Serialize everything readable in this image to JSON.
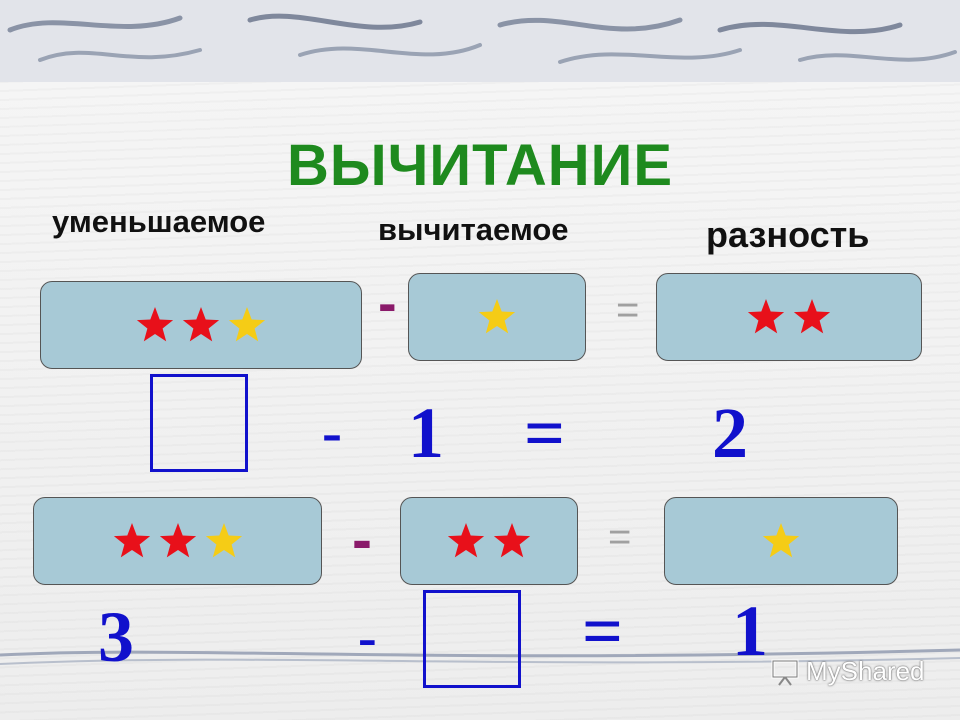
{
  "title": "ВЫЧИТАНИЕ",
  "headers": {
    "minuend": "уменьшаемое",
    "subtrahend": "вычитаемое",
    "difference": "разность"
  },
  "row1": {
    "minus": "-",
    "equals": "=",
    "minuend_stars": [
      "red",
      "red",
      "yellow"
    ],
    "subtrahend_stars": [
      "yellow"
    ],
    "difference_stars": [
      "red",
      "red"
    ]
  },
  "eq1": {
    "minus": "-",
    "subtrahend": "1",
    "equals": "=",
    "difference": "2"
  },
  "row2": {
    "minus": "-",
    "equals": "=",
    "minuend_stars": [
      "red",
      "red",
      "yellow"
    ],
    "subtrahend_stars": [
      "red",
      "red"
    ],
    "difference_stars": [
      "yellow"
    ]
  },
  "eq2": {
    "minuend": "3",
    "minus": "-",
    "equals": "=",
    "difference": "1"
  },
  "watermark": "MyShared",
  "colors": {
    "title": "#1e8a1e",
    "card_fill": "#a7c9d6",
    "star_red": "#e8101a",
    "star_yellow": "#f5cc16",
    "number_blue": "#1111cc",
    "minus_purple": "#8a1a6a",
    "equals_gray": "#a0a0a0"
  }
}
